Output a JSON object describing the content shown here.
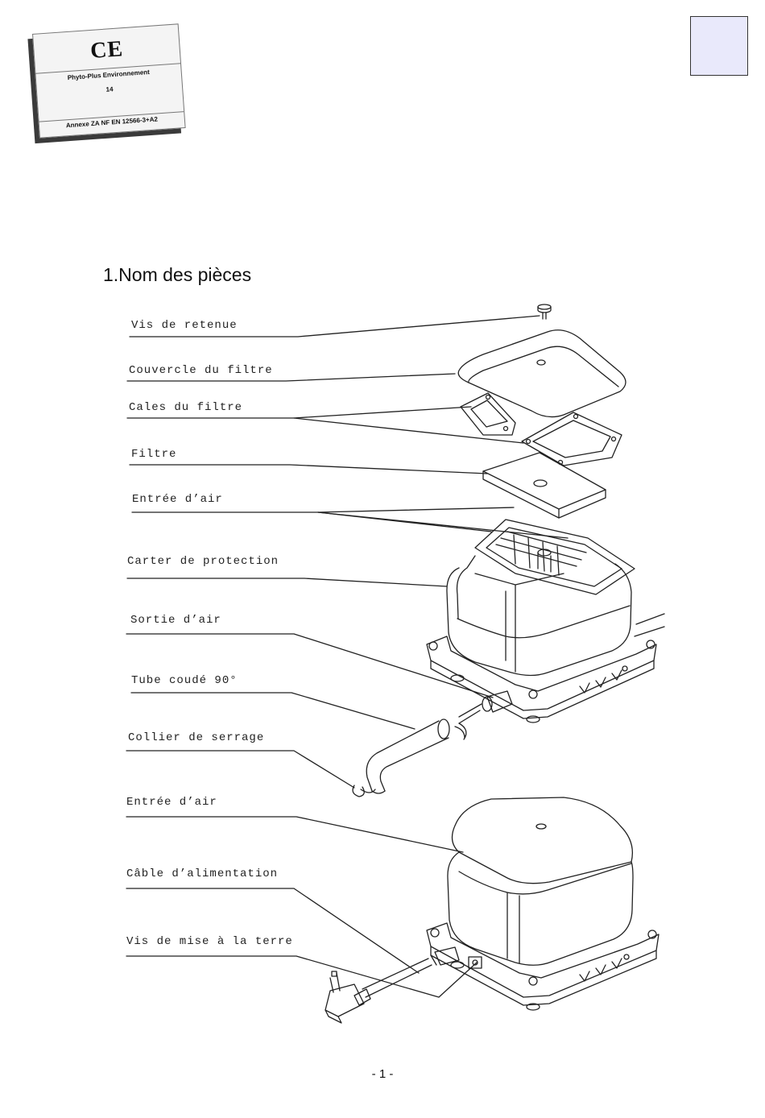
{
  "ce_label": {
    "mark": "CE",
    "company": "Phyto-Plus Environnement",
    "year": "14",
    "annex": "Annexe ZA NF EN 12566-3+A2"
  },
  "section_title": "1.Nom des pièces",
  "parts": [
    "Vis de retenue",
    "Couvercle du filtre",
    "Cales du filtre",
    "Filtre",
    "Entrée d’air",
    "Carter de protection",
    "Sortie d’air",
    "Tube coudé 90°",
    "Collier de serrage",
    "Entrée d’air",
    "Câble d’alimentation",
    "Vis de mise à la terre"
  ],
  "page_number": "- 1 -"
}
